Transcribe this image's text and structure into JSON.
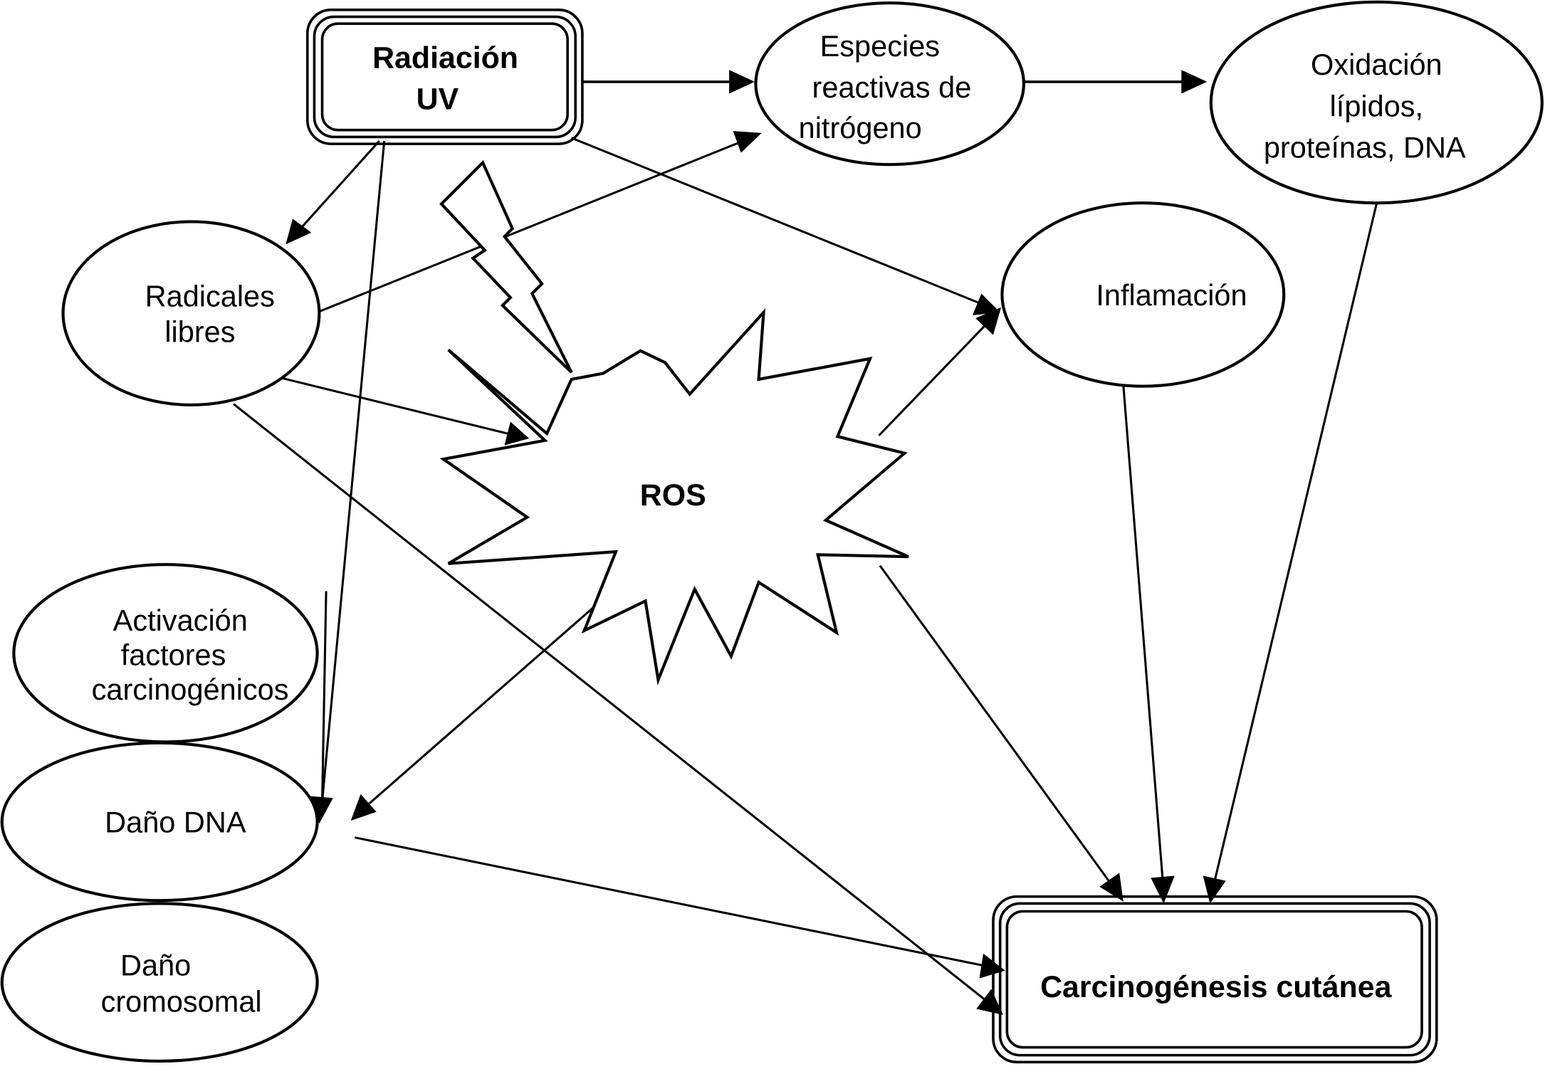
{
  "diagram": {
    "title": "",
    "nodes": {
      "radiacion_uv": {
        "lines": [
          "Radiación",
          "UV"
        ],
        "shape": "double-rounded-rectangle",
        "weight": "bold"
      },
      "especies_reactivas": {
        "lines": [
          "Especies",
          "reactivas de",
          "nitrógeno"
        ],
        "shape": "ellipse"
      },
      "oxidacion": {
        "lines": [
          "Oxidación",
          "lípidos,",
          "proteínas, DNA"
        ],
        "shape": "ellipse"
      },
      "radicales_libres": {
        "lines": [
          "Radicales",
          "libres"
        ],
        "shape": "ellipse"
      },
      "inflamacion": {
        "lines": [
          "Inflamación"
        ],
        "shape": "ellipse"
      },
      "ros": {
        "lines": [
          "ROS"
        ],
        "shape": "starburst",
        "weight": "bold"
      },
      "activacion_factores": {
        "lines": [
          "Activación",
          "factores",
          "carcinogénicos"
        ],
        "shape": "ellipse"
      },
      "dano_dna": {
        "lines": [
          "Daño DNA"
        ],
        "shape": "ellipse"
      },
      "dano_cromosomal": {
        "lines": [
          "Daño",
          "cromosomal"
        ],
        "shape": "ellipse"
      },
      "carcinogenesis": {
        "lines": [
          "Carcinogénesis cutánea"
        ],
        "shape": "double-rounded-rectangle",
        "weight": "bold"
      }
    },
    "edges": [
      {
        "from": "Radiación UV",
        "to": "Especies reactivas de nitrógeno"
      },
      {
        "from": "Especies reactivas de nitrógeno",
        "to": "Oxidación lípidos, proteínas, DNA"
      },
      {
        "from": "Radiación UV",
        "to": "Radicales libres"
      },
      {
        "from": "Radiación UV",
        "to": "Daño DNA"
      },
      {
        "from": "Radiación UV",
        "to": "Inflamación"
      },
      {
        "from": "Radicales libres",
        "to": "Especies reactivas de nitrógeno"
      },
      {
        "from": "Radicales libres",
        "to": "ROS"
      },
      {
        "from": "Radicales libres",
        "to": "Carcinogénesis cutánea"
      },
      {
        "from": "ROS",
        "to": "Inflamación"
      },
      {
        "from": "ROS",
        "to": "Daño DNA"
      },
      {
        "from": "ROS",
        "to": "Carcinogénesis cutánea"
      },
      {
        "from": "Inflamación",
        "to": "Carcinogénesis cutánea"
      },
      {
        "from": "Oxidación lípidos, proteínas, DNA",
        "to": "Carcinogénesis cutánea"
      },
      {
        "from": "Daño DNA",
        "to": "Carcinogénesis cutánea"
      }
    ],
    "decorations": {
      "lightning": "lightning-bolt-icon"
    }
  }
}
